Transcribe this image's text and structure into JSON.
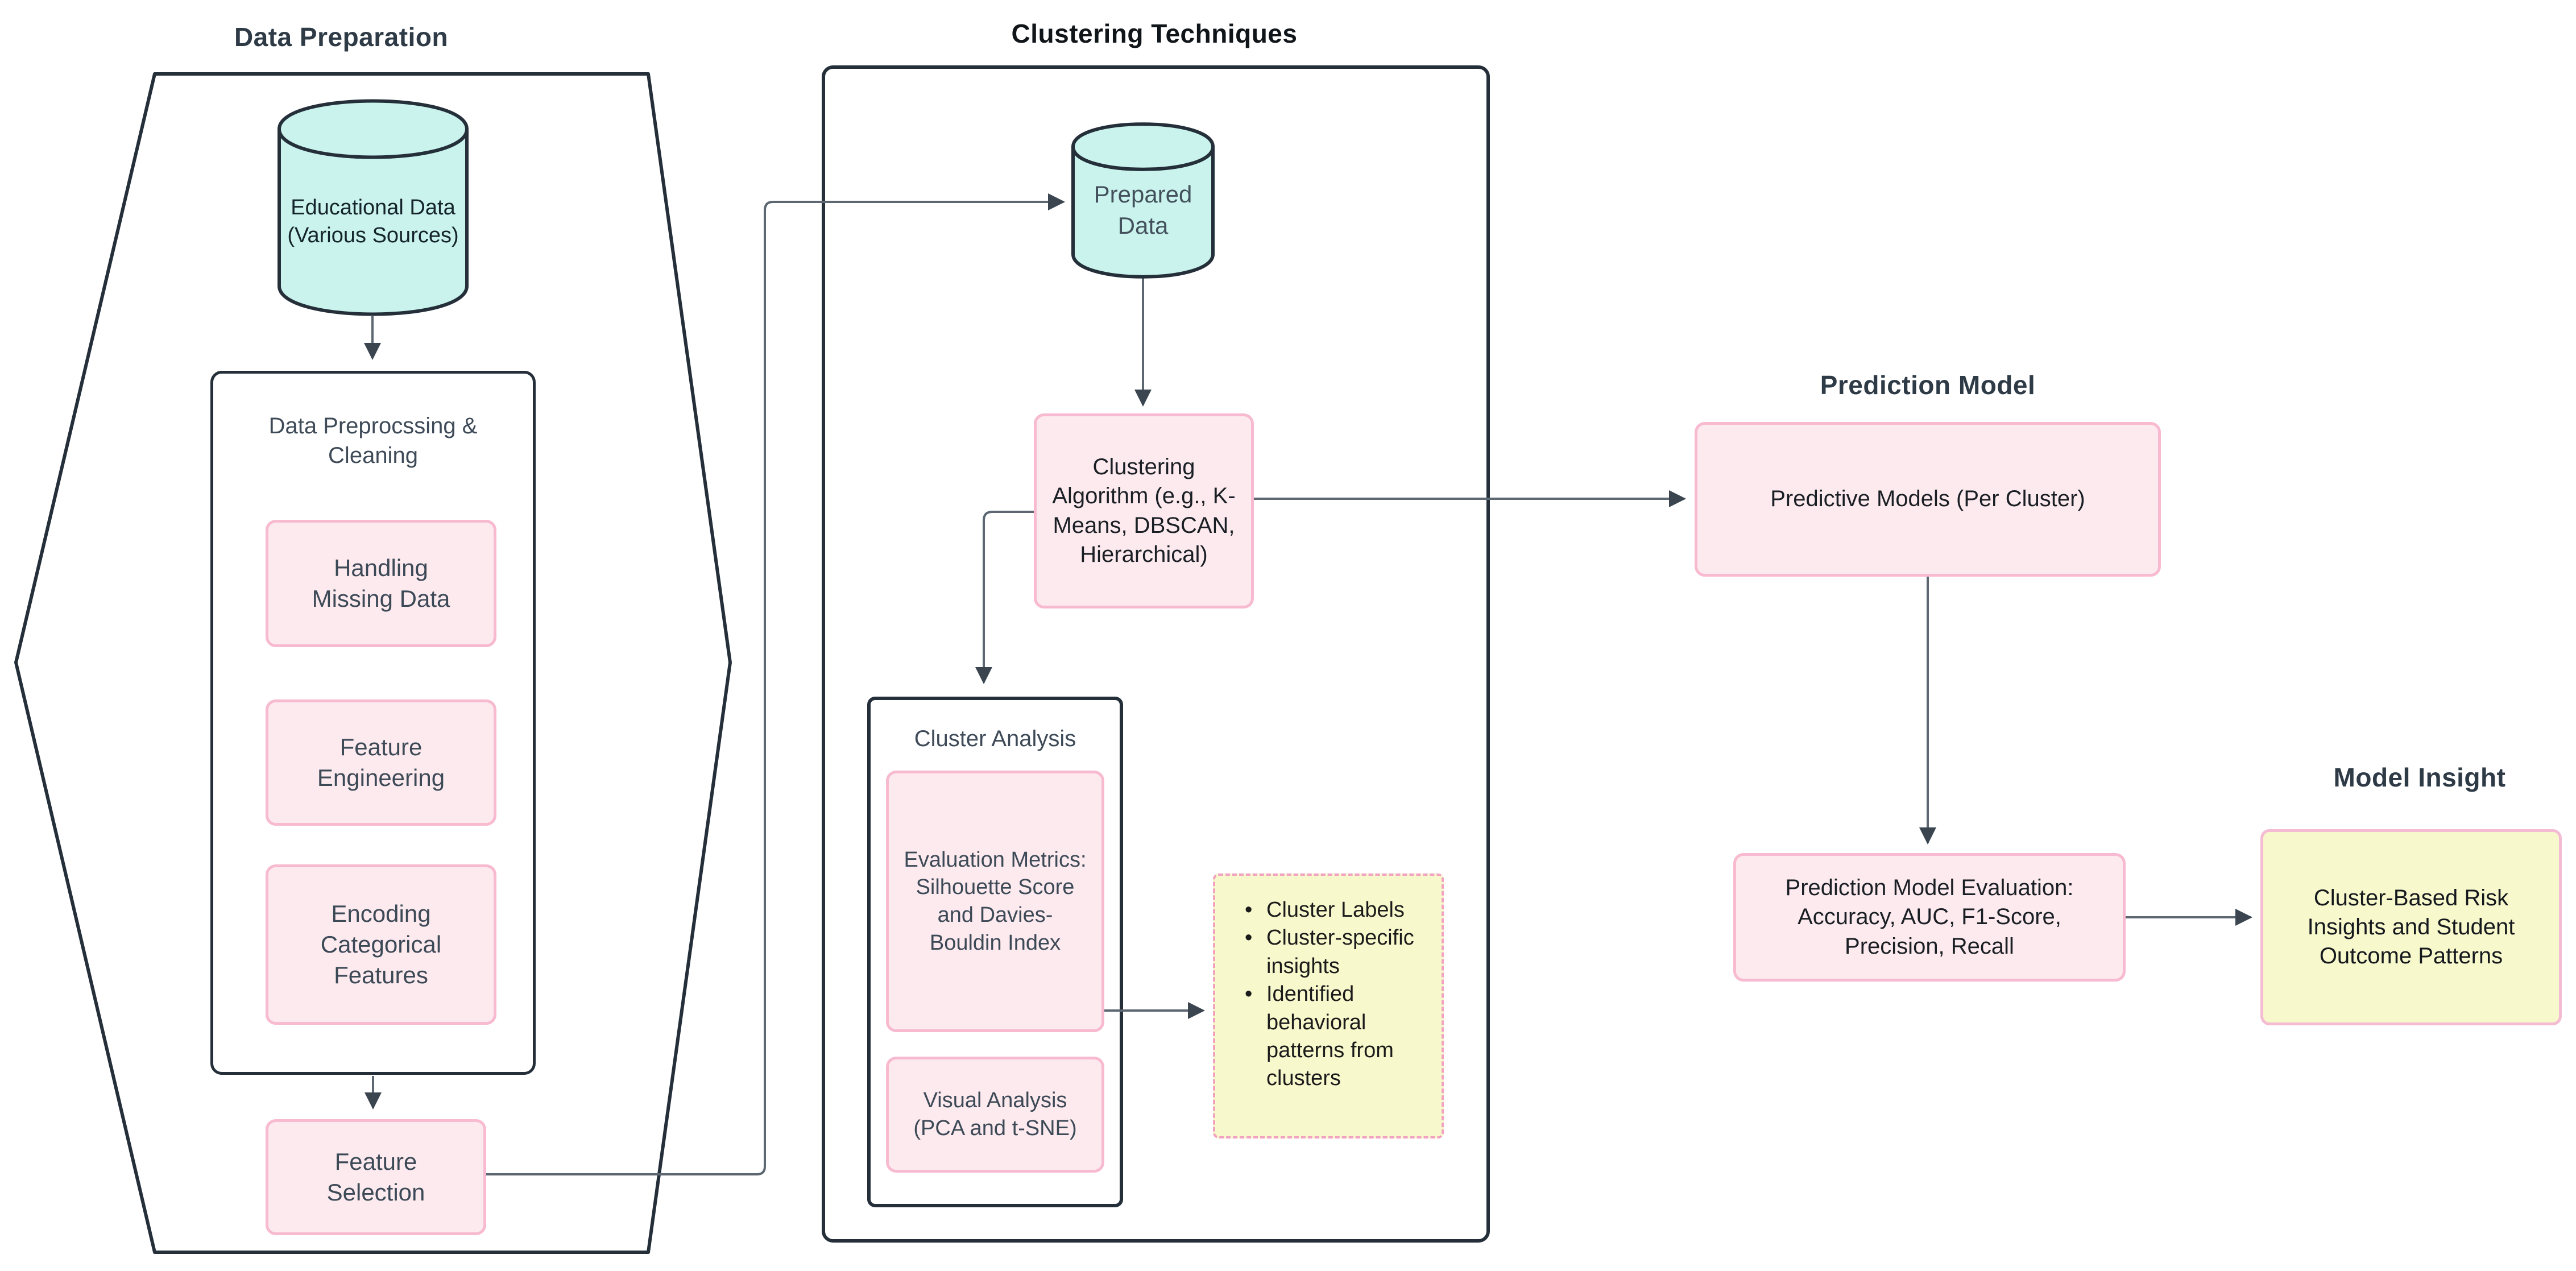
{
  "titles": {
    "data_preparation": "Data Preparation",
    "clustering_techniques": "Clustering Techniques",
    "prediction_model": "Prediction Model",
    "model_insight": "Model Insight"
  },
  "nodes": {
    "educational_data": "Educational Data (Various Sources)",
    "preprocessing": "Data Preprocssing & Cleaning",
    "handling_missing_data": "Handling Missing Data",
    "feature_engineering": "Feature Engineering",
    "encoding_categorical_features": "Encoding Categorical Features",
    "feature_selection": "Feature Selection",
    "prepared_data": "Prepared Data",
    "clustering_algorithm": "Clustering Algorithm (e.g., K-Means, DBSCAN, Hierarchical)",
    "cluster_analysis": "Cluster Analysis",
    "evaluation_metrics": "Evaluation Metrics: Silhouette Score and Davies-Bouldin Index",
    "visual_analysis": "Visual Analysis (PCA and t-SNE)",
    "cluster_outputs": [
      "Cluster Labels",
      "Cluster-specific insights",
      "Identified behavioral patterns from clusters"
    ],
    "predictive_models": "Predictive Models (Per Cluster)",
    "prediction_model_evaluation": "Prediction Model Evaluation: Accuracy, AUC, F1-Score, Precision, Recall",
    "model_insight": "Cluster-Based Risk Insights and Student Outcome Patterns"
  },
  "edges": [
    {
      "from": "educational-data",
      "to": "data-preprocessing-cleaning"
    },
    {
      "from": "data-preprocessing-cleaning",
      "to": "feature-selection"
    },
    {
      "from": "feature-selection",
      "to": "prepared-data"
    },
    {
      "from": "prepared-data",
      "to": "clustering-algorithm"
    },
    {
      "from": "clustering-algorithm",
      "to": "predictive-models"
    },
    {
      "from": "clustering-algorithm",
      "to": "cluster-analysis"
    },
    {
      "from": "evaluation-metrics",
      "to": "cluster-outputs-note"
    },
    {
      "from": "predictive-models",
      "to": "prediction-model-evaluation"
    },
    {
      "from": "prediction-model-evaluation",
      "to": "model-insight"
    }
  ],
  "colors": {
    "cylinder_fill": "#c9f3ec",
    "node_pink_fill": "#fdeaee",
    "node_pink_border": "#f7bad0",
    "note_yellow_fill": "#f8f8cd",
    "note_yellow_border": "#f2a2c0",
    "container_border": "#242f3a",
    "connector": "#5d6771",
    "title_text": "#2e3b47"
  }
}
